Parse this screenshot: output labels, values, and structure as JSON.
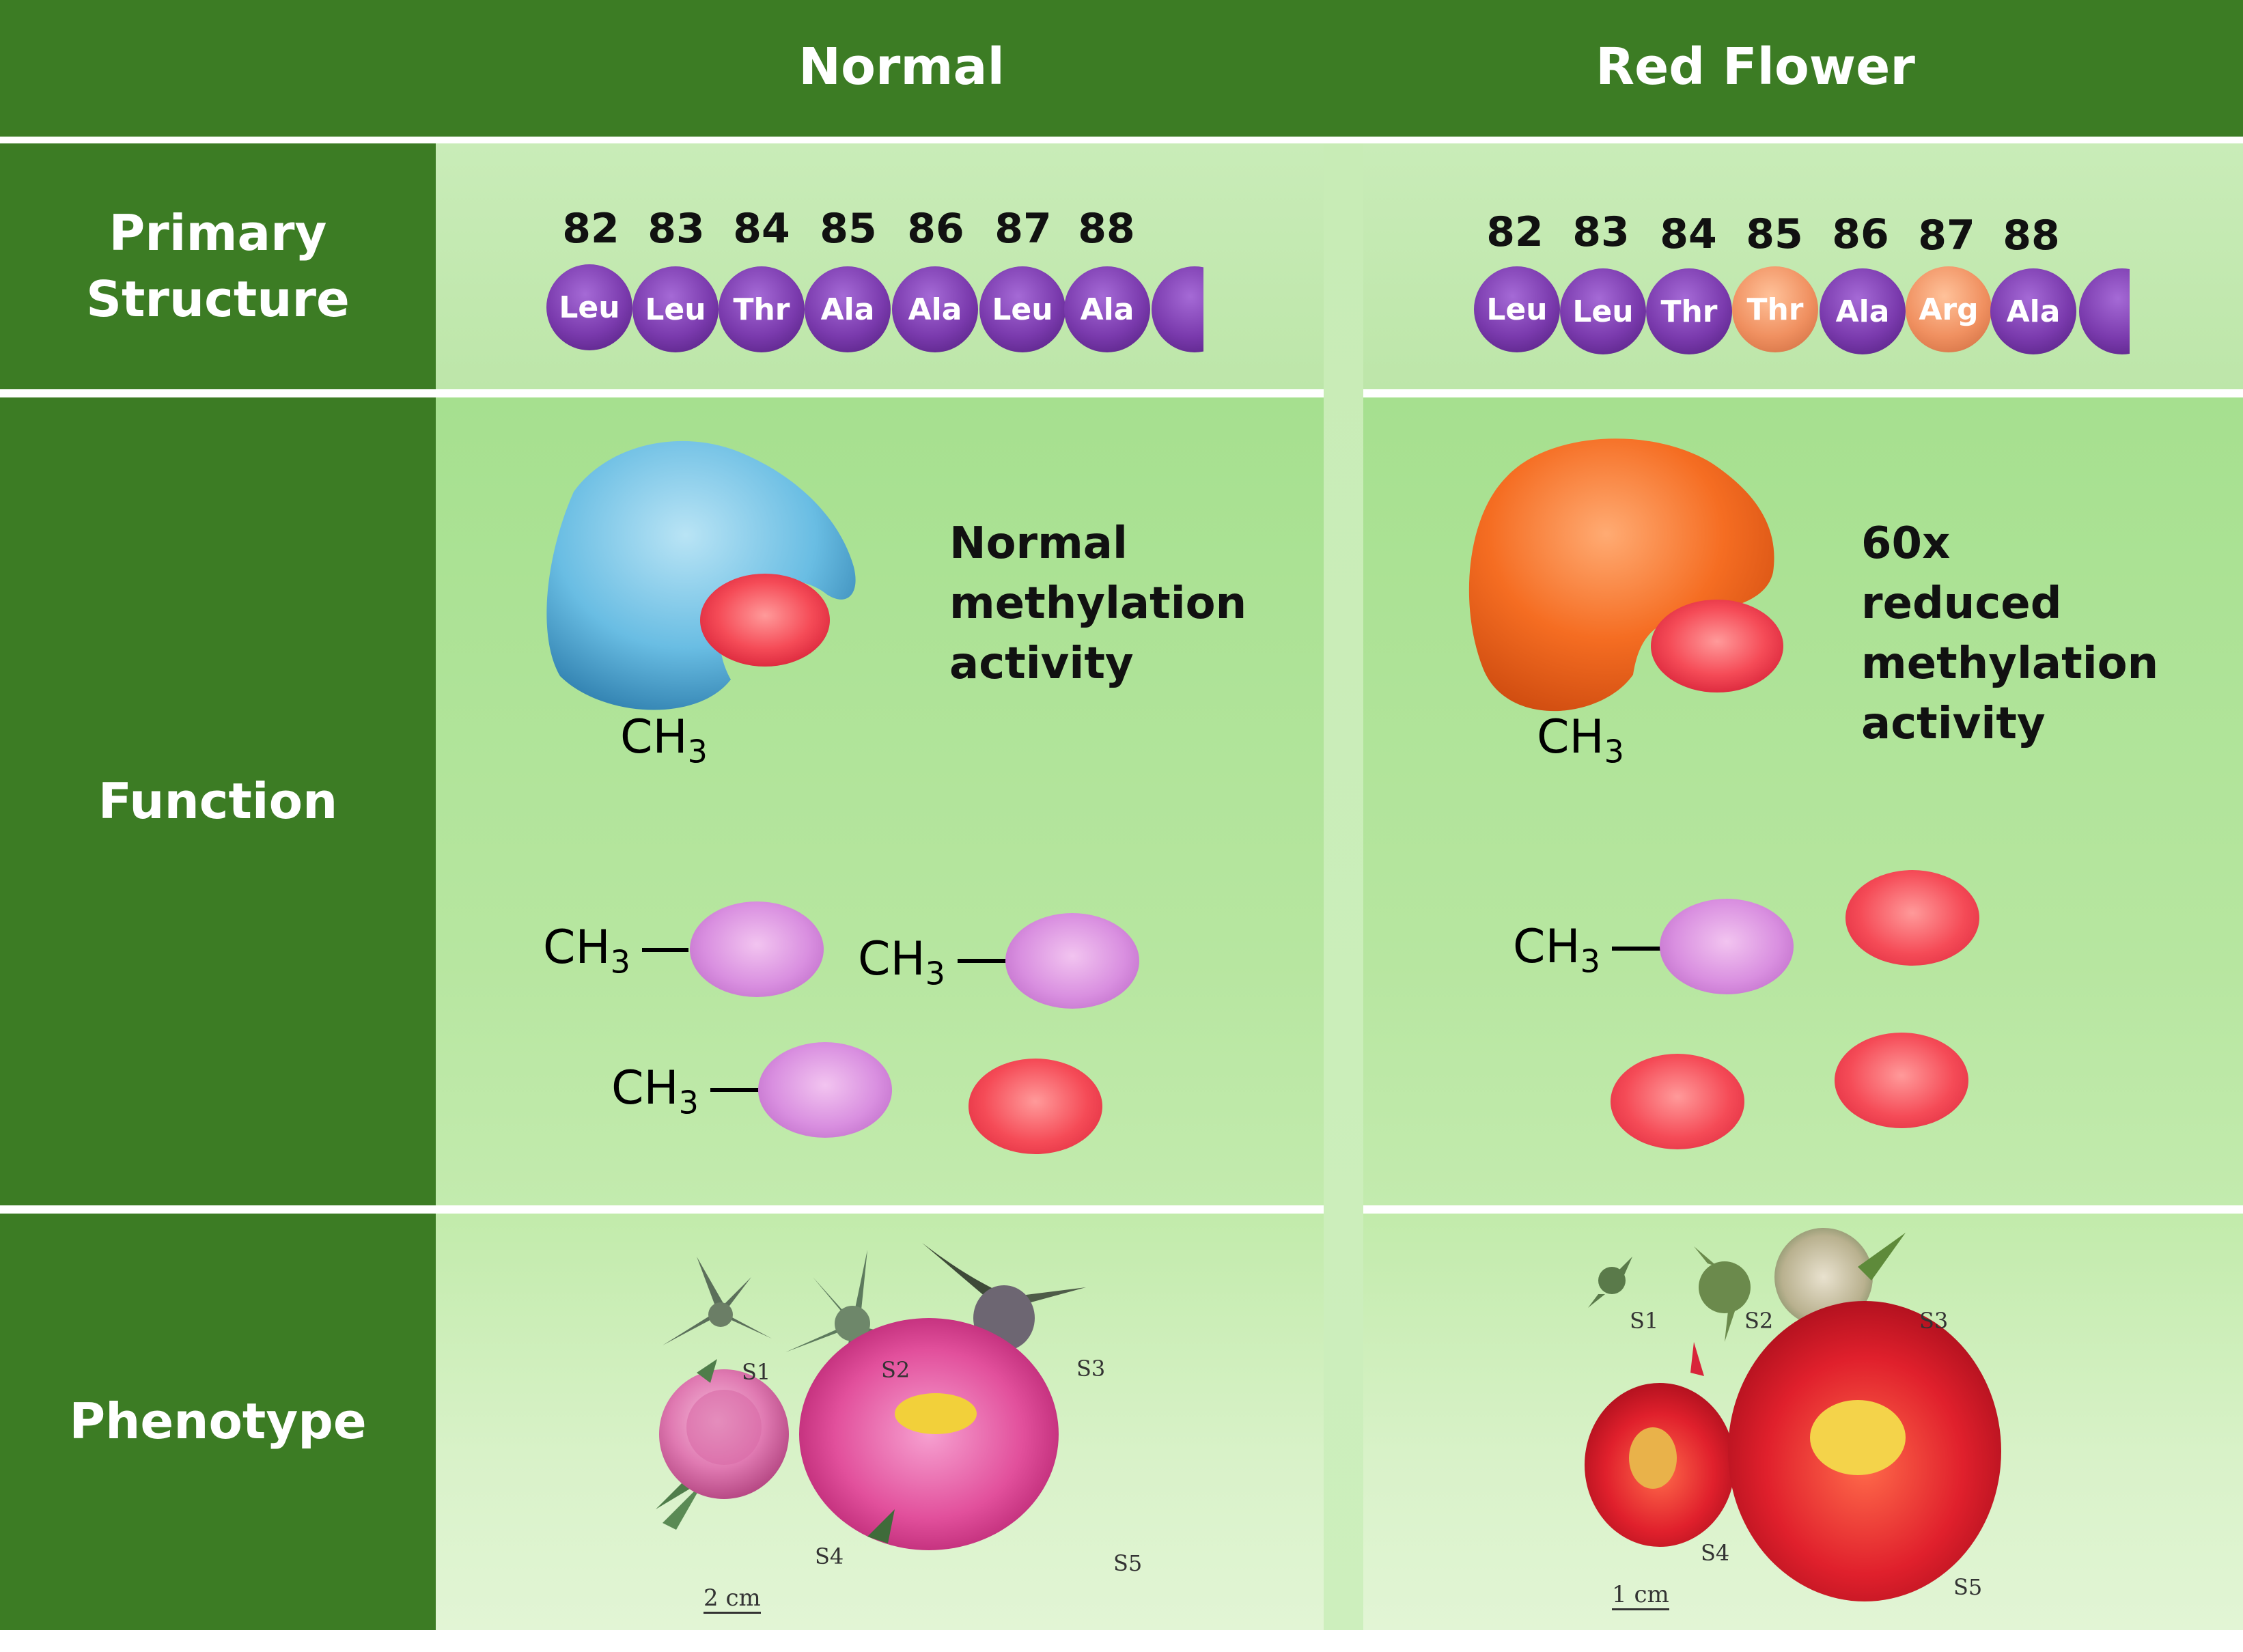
{
  "header": {
    "normal": "Normal",
    "red": "Red Flower"
  },
  "rows": {
    "primary": "Primary Structure",
    "function": "Function",
    "phenotype": "Phenotype"
  },
  "primary_structure": {
    "positions": [
      "82",
      "83",
      "84",
      "85",
      "86",
      "87",
      "88"
    ],
    "normal_residues": [
      "Leu",
      "Leu",
      "Thr",
      "Ala",
      "Ala",
      "Leu",
      "Ala"
    ],
    "red_residues": [
      "Leu",
      "Leu",
      "Thr",
      "Thr",
      "Ala",
      "Arg",
      "Ala"
    ],
    "colors": {
      "wildtype": "#7a3aad",
      "mutant": "#f09060"
    }
  },
  "function": {
    "normal_text": "Normal methylation activity",
    "red_text": "60x reduced methylation activity",
    "ch3": "CH",
    "ch3_sub": "3",
    "enzyme_colors": {
      "normal": "#6bbfe3",
      "red": "#f26a21"
    },
    "substrate_colors": {
      "methylated": "#d98fe0",
      "unmethylated": "#f54b57"
    }
  },
  "phenotype": {
    "normal_stages": [
      "S1",
      "S2",
      "S3",
      "S4",
      "S5"
    ],
    "red_stages": [
      "S1",
      "S2",
      "S3",
      "S4",
      "S5"
    ],
    "normal_scale": "2 cm",
    "red_scale": "1 cm"
  }
}
